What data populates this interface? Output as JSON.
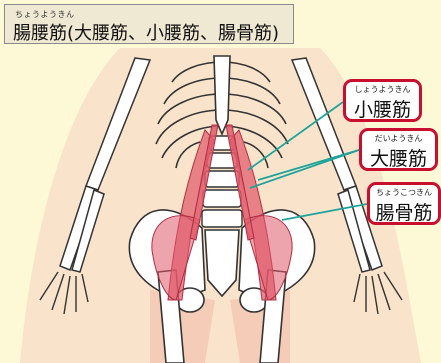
{
  "title": {
    "ruby": "ちょうようきん",
    "text": "腸腰筋(大腰筋、小腰筋、腸骨筋)"
  },
  "labels": [
    {
      "id": "psoas-minor",
      "ruby": "しょうようきん",
      "name": "小腰筋"
    },
    {
      "id": "psoas-major",
      "ruby": "だいようきん",
      "name": "大腰筋"
    },
    {
      "id": "iliacus",
      "ruby": "ちょうこつきん",
      "name": "腸骨筋"
    }
  ],
  "colors": {
    "background": "#fdf8d6",
    "label_border": "#c8102e",
    "leader_line": "#1fa39a",
    "muscle": "#e05a6a",
    "bone_outline": "#333333",
    "skin": "#f6d3c2"
  }
}
